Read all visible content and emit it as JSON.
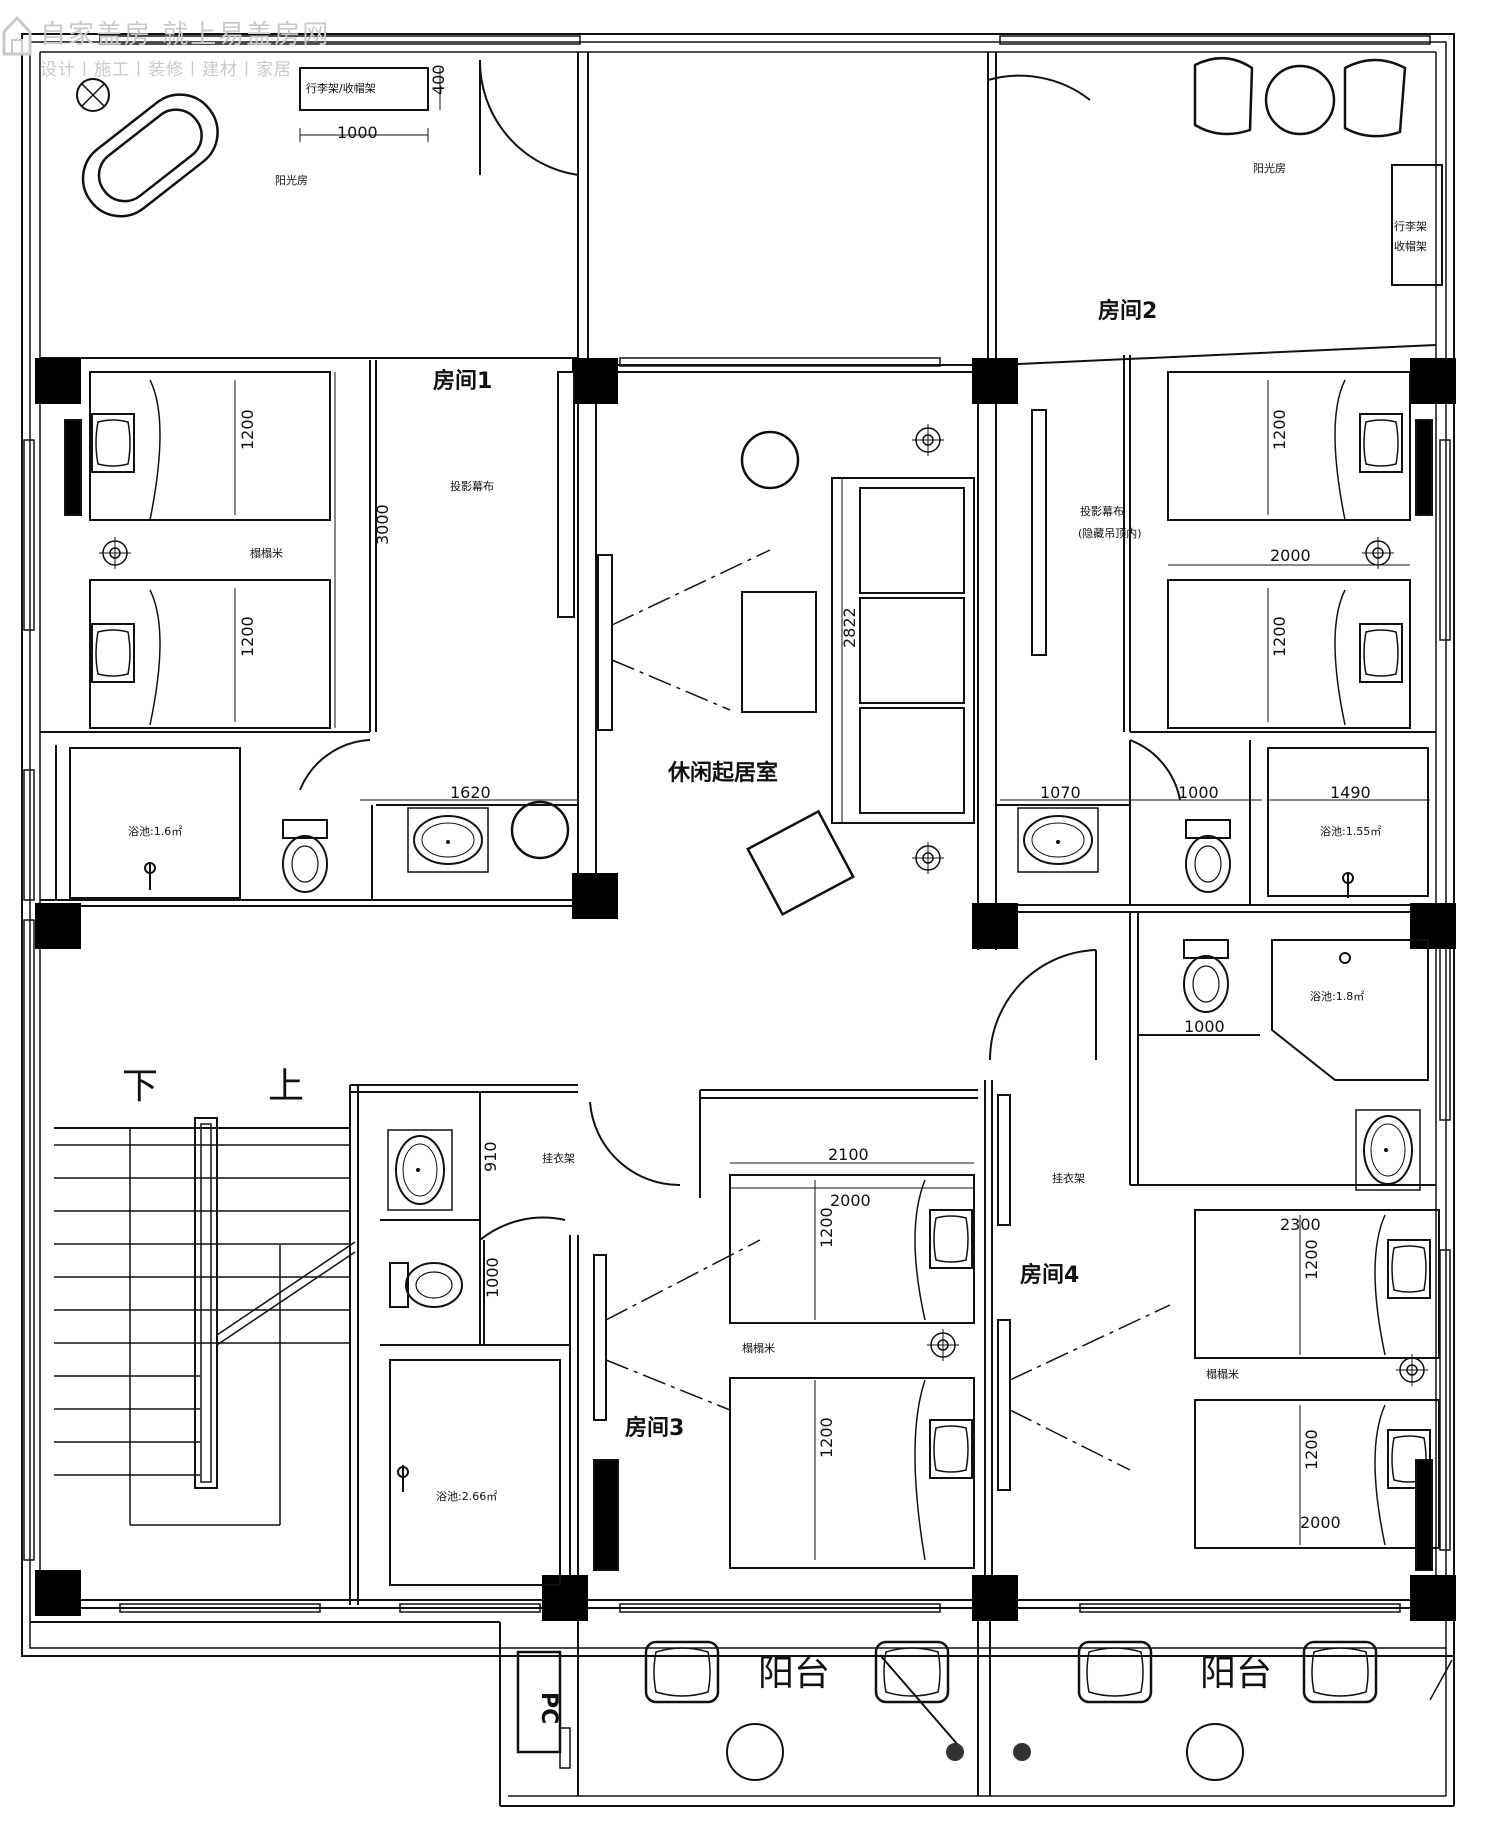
{
  "watermark": {
    "line1": "自家盖房 就上易盖房网",
    "line2": "设计丨施工丨装修丨建材丨家居"
  },
  "rooms": {
    "room1": "房间1",
    "room2": "房间2",
    "room3": "房间3",
    "room4": "房间4",
    "lounge": "休闲起居室",
    "sunroom_left": "阳光房",
    "sunroom_right": "阳光房",
    "balcony_left": "阳台",
    "balcony_right": "阳台"
  },
  "stairs": {
    "down": "下",
    "up": "上"
  },
  "labels": {
    "luggage_left": "行李架/收帽架",
    "luggage_right_1": "行李架",
    "luggage_right_2": "收帽架",
    "screen_left": "投影幕布",
    "screen_right_1": "投影幕布",
    "screen_right_2": "(隐藏吊顶内)",
    "tatami_1": "榻榻米",
    "tatami_3": "榻榻米",
    "tatami_4": "榻榻米",
    "hanger_3": "挂衣架",
    "hanger_4": "挂衣架",
    "pc": "PC"
  },
  "tubs": {
    "tub1": "浴池:1.6㎡",
    "tub2": "浴池:1.55㎡",
    "tub3": "浴池:2.66㎡",
    "tub4": "浴池:1.8㎡"
  },
  "dims": {
    "d400": "400",
    "d1000_top": "1000",
    "d1200_a": "1200",
    "d1200_b": "1200",
    "d3000": "3000",
    "d1620": "1620",
    "d2822": "2822",
    "d1200_c": "1200",
    "d1200_d": "1200",
    "d2000_r2": "2000",
    "d1070": "1070",
    "d1000_mid": "1000",
    "d1490": "1490",
    "d1000_bath4": "1000",
    "d910": "910",
    "d1000_wc": "1000",
    "d2100": "2100",
    "d2000_r3": "2000",
    "d1200_e": "1200",
    "d1200_f": "1200",
    "d2300": "2300",
    "d1200_g": "1200",
    "d1200_h": "1200",
    "d2000_r4": "2000"
  },
  "colors": {
    "line": "#111111",
    "column": "#000000",
    "watermark": "#c9c9c9"
  }
}
